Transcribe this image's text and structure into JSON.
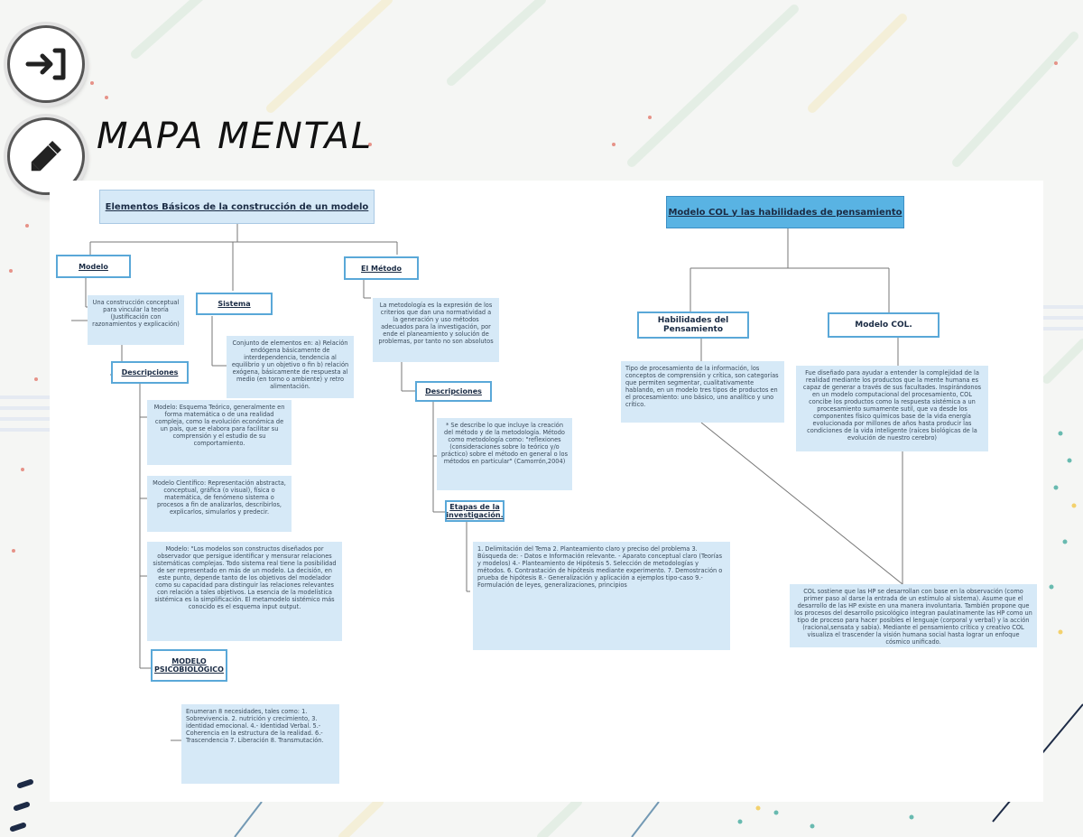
{
  "title": "MAPA MENTAL",
  "icons": {
    "enter": "enter-arrow-icon",
    "edit": "pencil-icon"
  },
  "colors": {
    "node_fill": "#d6e9f7",
    "node_border": "#5aa8d8",
    "header_blue": "#59b3e3"
  },
  "left_map": {
    "root": "Elementos Básicos de la construcción de un modelo",
    "modelo": "Modelo",
    "modelo_note": "Una construcción conceptual para vincular la teoría (Justificación con razonamientos y explicación)",
    "sistema": "Sistema",
    "sistema_note": "Conjunto de elementos en: a) Relación endógena básicamente de interdependencia, tendencia al equilibrio y un objetivo o fin b) relación exógena, básicamente de respuesta al medio (en torno o ambiente) y retro alimentación.",
    "metodo": "El Método",
    "metodo_note": "La metodología es la expresión de los criterios que dan una normatividad a la generación y uso métodos adecuados para la investigación, por ende el planeamiento y solución de problemas, por tanto no son absolutos",
    "descripciones_modelo": "Descripciones",
    "modelo_teorico": "Modelo: Esquema Teórico, generalmente en forma matemática o de una realidad compleja, como la evolución económica de un país, que se elabora para facilitar su comprensión y el estudio de su comportamiento.",
    "modelo_cientifico": "Modelo Científico: Representación abstracta, conceptual, gráfica (o visual), física o matemática, de fenómeno sistema o procesos a fin de analizarlos, describirlos, explicarlos, simularlos y predecir.",
    "modelo_constructo": "Modelo: \"Los modelos son constructos diseñados por observador que persigue identificar y mensurar relaciones sistemáticas complejas. Todo sistema real tiene la posibilidad de ser representado en más de un modelo. La decisión, en este punto, depende tanto de los objetivos del modelador como su capacidad para distinguir las relaciones relevantes con relación a tales objetivos. La esencia de la modelística sistémica es la simplificación. El metamodelo sistémico más conocido es el esquema input output.",
    "psico": "MODELO PSICOBIOLÓGICO",
    "psico_note": "Enumeran 8 necesidades, tales como: 1. Sobrevivencia. 2. nutrición y crecimiento, 3. identidad emocional. 4.- Identidad Verbal. 5.- Coherencia en la estructura de la realidad. 6.- Trascendencia 7. Liberación 8. Transmutación.",
    "descripciones_metodo": "Descripciones",
    "metodo_desc_note": "* Se describe lo que incluye la creación del método y de la metodología. Método como metodología como: \"reflexiones (consideraciones sobre lo teórico y/o práctico) sobre el método en general o los métodos en particular\" (Camorrón,2004)",
    "etapas": "Etapas de la investigación.",
    "etapas_note": "1. Delimitación del Tema 2. Planteamiento claro y preciso del problema 3. Búsqueda de: - Datos e Información relevante. - Aparato conceptual claro (Teorías y modelos) 4.- Planteamiento de Hipótesis 5. Selección de metodologías y métodos. 6. Contrastación de hipótesis mediante experimento. 7. Demostración o prueba de hipótesis 8.- Generalización y aplicación a ejemplos tipo-caso 9.- Formulación de leyes, generalizaciones, principios"
  },
  "right_map": {
    "root": "Modelo COL y las habilidades de pensamiento",
    "habilidades": "Habilidades del Pensamiento",
    "habilidades_note": "Tipo de procesamiento de la información, los conceptos de comprensión y crítica, son categorías que permiten segmentar, cualitativamente hablando, en un modelo tres tipos de productos en el procesamiento: uno básico, uno analítico y uno crítico.",
    "modelo_col": "Modelo COL.",
    "modelo_col_note": "Fue diseñado para ayudar a entender la complejidad de la realidad mediante los productos que la mente humana es capaz de generar a través de sus facultades. Inspirándonos en un modelo computacional del procesamiento, COL concibe los productos como la respuesta sistémica a un procesamiento sumamente sutil, que va desde los componentes físico químicos base de la vida energía evolucionada por millones de años hasta producir las condiciones de la vida inteligente (raíces biológicas de la evolución de nuestro cerebro)",
    "col_note": "COL sostiene que las HP se desarrollan con base en la observación (como primer paso al darse la entrada de un estímulo al sistema). Asume que el desarrollo de las HP existe en una manera involuntaria. También propone que los procesos del desarrollo psicológico integran paulatinamente las HP como un tipo de proceso para hacer posibles el lenguaje (corporal y verbal) y la acción (racional,sensata y sabia). Mediante el pensamiento crítico y creativo COL visualiza el trascender la visión humana social hasta lograr un enfoque cósmico unificado."
  }
}
